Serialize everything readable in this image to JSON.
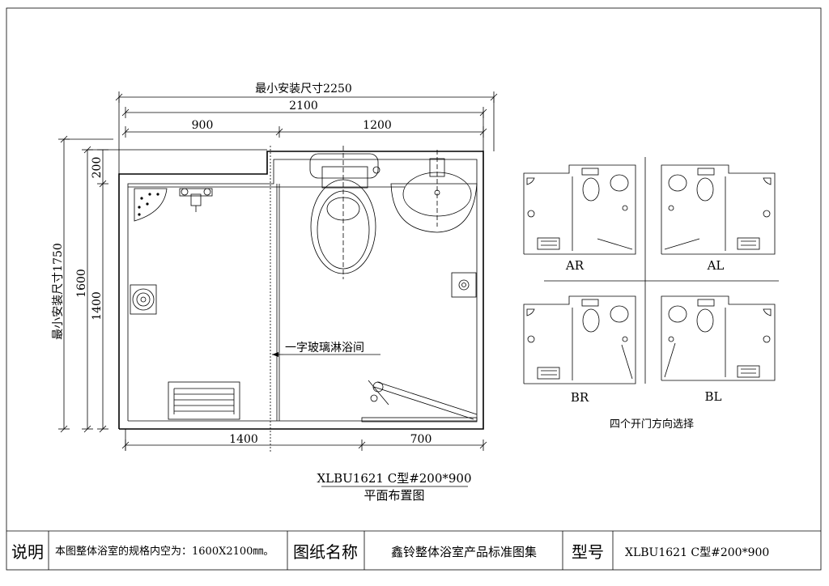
{
  "plan": {
    "dim_min_install_width": "最小安装尺寸2250",
    "dim_overall_width": "2100",
    "dim_left_top": "900",
    "dim_right_top": "1200",
    "dim_min_install_height": "最小安装尺寸1750",
    "dim_height_1600": "1600",
    "dim_height_1400": "1400",
    "dim_offset_200": "200",
    "dim_bottom_left": "1400",
    "dim_bottom_right": "700",
    "shower_label": "一字玻璃淋浴间"
  },
  "variants": {
    "ar_label": "AR",
    "al_label": "AL",
    "br_label": "BR",
    "bl_label": "BL",
    "caption": "四个开门方向选择"
  },
  "title": {
    "model": "XLBU1621 C型#200*900",
    "subtitle": "平面布置图"
  },
  "titleblock": {
    "desc_header": "说明",
    "desc_text": "本图整体浴室的规格内空为：1600X2100㎜。",
    "drawing_name_header": "图纸名称",
    "drawing_name": "鑫铃整体浴室产品标准图集",
    "model_header": "型号",
    "model_value": "XLBU1621 C型#200*900"
  }
}
